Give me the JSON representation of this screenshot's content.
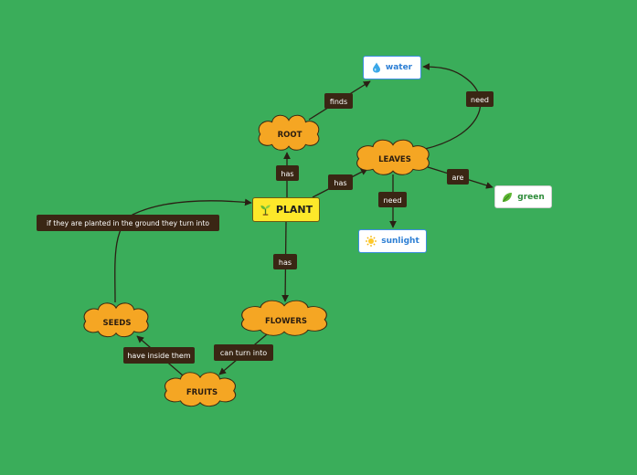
{
  "nodes": {
    "plant": {
      "label": "PLANT",
      "icon": "sprout-icon"
    },
    "root": {
      "label": "ROOT"
    },
    "leaves": {
      "label": "LEAVES"
    },
    "flowers": {
      "label": "FLOWERS"
    },
    "seeds": {
      "label": "SEEDS"
    },
    "fruits": {
      "label": "FRUITS"
    },
    "water": {
      "label": "water",
      "icon": "water-drop-icon"
    },
    "sunlight": {
      "label": "sunlight",
      "icon": "sun-icon"
    },
    "green": {
      "label": "green",
      "icon": "leaf-icon"
    }
  },
  "edges": {
    "plant_root": "has",
    "plant_leaves": "has",
    "plant_flowers": "has",
    "root_water": "finds",
    "leaves_water": "need",
    "leaves_sunlight": "need",
    "leaves_green": "are",
    "flowers_fruits": "can turn into",
    "fruits_seeds": "have inside them",
    "seeds_plant": "if they are planted in the ground they turn into"
  },
  "colors": {
    "background": "#3aad5a",
    "cloud_fill": "#f5a623",
    "cloud_stroke": "#3c2a12",
    "plant_fill": "#fde82a",
    "label_bg": "#3a2614",
    "connector": "#2a2014",
    "link_text": "#2d7fd4",
    "green_text": "#2e8c3a"
  }
}
